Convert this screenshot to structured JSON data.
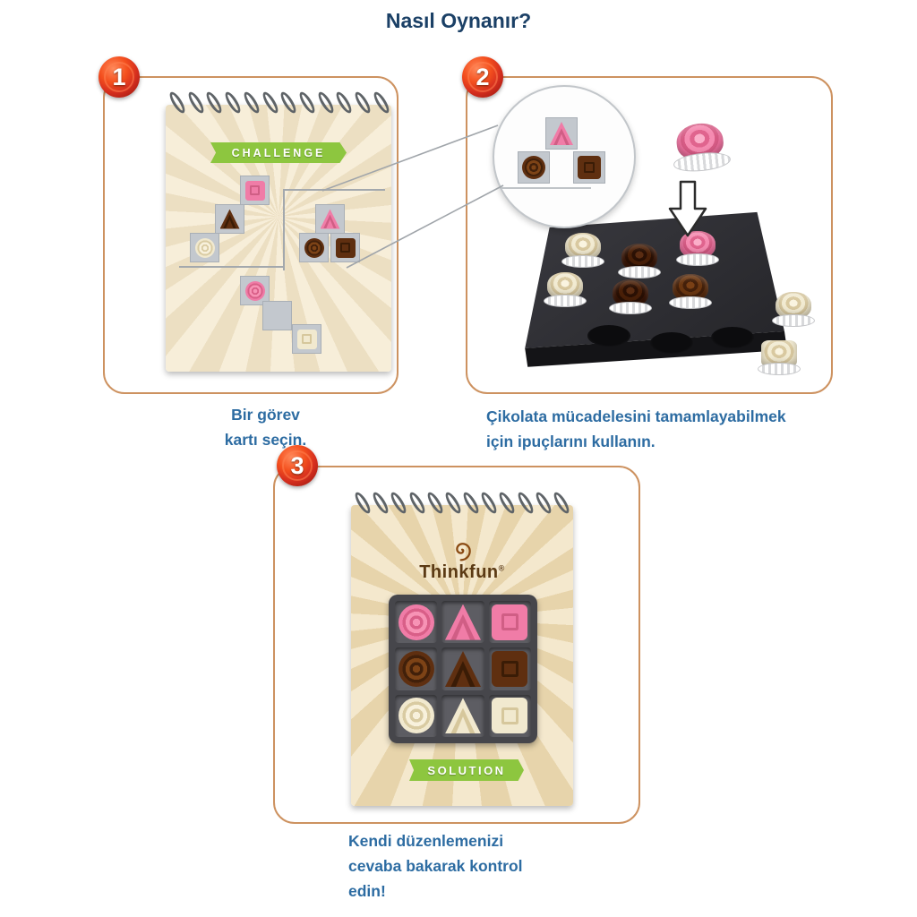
{
  "title": "Nasıl Oynanır?",
  "steps": [
    {
      "number": "1",
      "caption_lines": [
        "Bir görev",
        "kartı seçin."
      ]
    },
    {
      "number": "2",
      "caption_lines": [
        "Çikolata mücadelesini tamamlayabilmek",
        "için ipuçlarını kullanın."
      ]
    },
    {
      "number": "3",
      "caption_lines": [
        "Kendi düzenlemenizi",
        "cevaba bakarak kontrol",
        "edin!"
      ]
    }
  ],
  "challenge_card": {
    "banner": "CHALLENGE",
    "clue_groups": [
      {
        "group": "top-left-diagonal",
        "cells": [
          "pink-square",
          "brown-triangle",
          "cream-circle"
        ]
      },
      {
        "group": "top-right-cluster",
        "cells": [
          "pink-triangle",
          "brown-circle",
          "brown-square"
        ]
      },
      {
        "group": "bottom-left-diagonal",
        "cells": [
          "pink-circle",
          "empty",
          "cream-square"
        ]
      }
    ]
  },
  "magnifier": {
    "cells": [
      "pink-triangle",
      "brown-circle",
      "brown-square"
    ]
  },
  "tray": {
    "filled_pieces": [
      "cream-round",
      "dark-round",
      "pink-round",
      "cream-round",
      "dark-round",
      "brown-round"
    ],
    "empty_recesses": 3,
    "incoming_piece": "pink-round",
    "loose_pieces": [
      "cream-round",
      "cream-cube"
    ]
  },
  "solution_card": {
    "banner": "SOLUTION",
    "brand": "Thinkfun",
    "brand_mark": "®",
    "grid_rows": [
      [
        "pink-circle",
        "pink-triangle",
        "pink-square"
      ],
      [
        "brown-circle",
        "brown-triangle",
        "brown-square"
      ],
      [
        "cream-circle",
        "cream-triangle",
        "cream-square"
      ]
    ]
  },
  "colors": {
    "title_blue": "#1b4066",
    "caption_blue": "#2d6ca2",
    "panel_border": "#cd9260",
    "banner_green": "#8dc63f",
    "badge_red": "#d62f1f",
    "chocolate_pink": "#f07ca7",
    "chocolate_brown": "#5f2f10",
    "chocolate_cream": "#f1e9cf",
    "tray_black": "#232327",
    "card_cream": "#f4e8cd"
  }
}
